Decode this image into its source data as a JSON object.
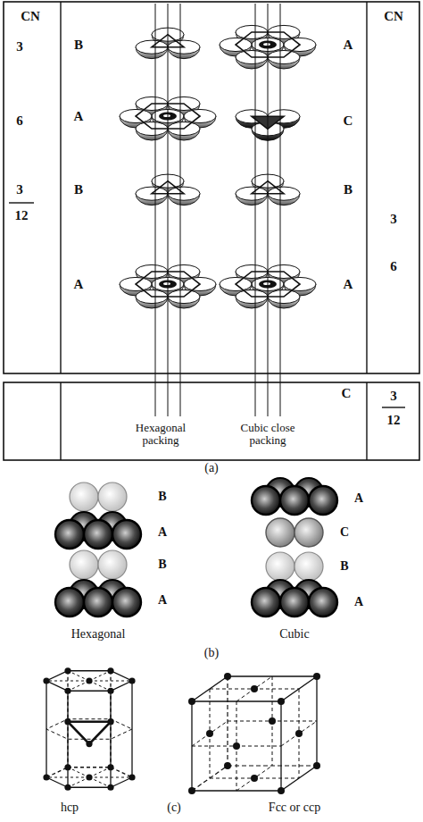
{
  "diagram": {
    "labels": [
      "CN",
      "3",
      "B",
      "6",
      "A",
      "3",
      "B",
      "12",
      "A",
      "A",
      "C",
      "B",
      "A",
      "CN",
      "3",
      "6",
      "C",
      "3",
      "12",
      "Hexagonal packing",
      "Cubic close packing",
      "(a)",
      "B",
      "A",
      "B",
      "A",
      "Hexagonal",
      "A",
      "C",
      "B",
      "A",
      "Cubic",
      "(b)",
      "hcp",
      "(c)",
      "Fcc or ccp"
    ]
  }
}
